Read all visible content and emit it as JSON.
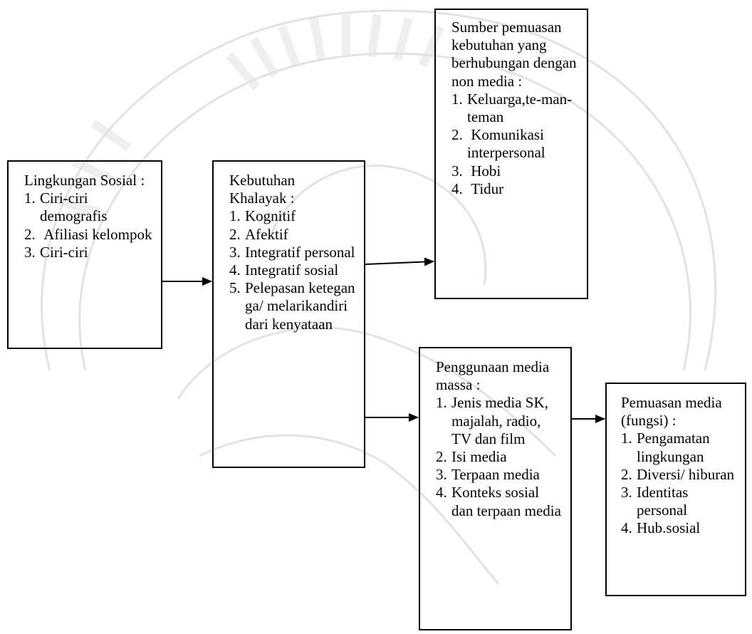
{
  "boxes": {
    "lingkungan": {
      "title": "Lingkungan Sosial :",
      "items": [
        {
          "num": "1.",
          "text": "Ciri-ciri demografis"
        },
        {
          "num": "2.",
          "text": " Afiliasi kelompok"
        },
        {
          "num": "3.",
          "text": "Ciri-ciri"
        }
      ]
    },
    "kebutuhan": {
      "title": "Kebutuhan Khalayak :",
      "items": [
        {
          "num": "1.",
          "text": "Kognitif"
        },
        {
          "num": "2.",
          "text": "Afektif"
        },
        {
          "num": "3.",
          "text": "Integratif personal"
        },
        {
          "num": "4.",
          "text": "Integratif sosial"
        },
        {
          "num": "5.",
          "text": "Pelepasan keteganga/ melarikandiri dari kenyataan"
        }
      ]
    },
    "sumber": {
      "title": "Sumber pemuasan kebutuhan yang berhubungan dengan non media :",
      "items": [
        {
          "num": "1.",
          "text": "Keluarga,te-man-teman"
        },
        {
          "num": "2.",
          "text": " Komunikasi interpersonal"
        },
        {
          "num": "3.",
          "text": " Hobi"
        },
        {
          "num": "4.",
          "text": " Tidur"
        }
      ]
    },
    "penggunaan": {
      "title": "Penggunaan media massa :",
      "items": [
        {
          "num": "1.",
          "text": "Jenis media SK, majalah, radio, TV dan film"
        },
        {
          "num": "2.",
          "text": "Isi media"
        },
        {
          "num": "3.",
          "text": "Terpaan media"
        },
        {
          "num": "4.",
          "text": "Konteks sosial dan terpaan media"
        }
      ]
    },
    "pemuasan": {
      "title": "Pemuasan media (fungsi) :",
      "items": [
        {
          "num": "1.",
          "text": "Pengamatan lingkungan"
        },
        {
          "num": "2.",
          "text": "Diversi/ hiburan"
        },
        {
          "num": "3.",
          "text": "Identitas personal"
        },
        {
          "num": "4.",
          "text": "Hub.sosial"
        }
      ]
    }
  },
  "colors": {
    "line": "#000000",
    "text": "#000000",
    "watermark": "#d4d4d4"
  },
  "icons": {
    "watermark": "university-seal-watermark"
  }
}
